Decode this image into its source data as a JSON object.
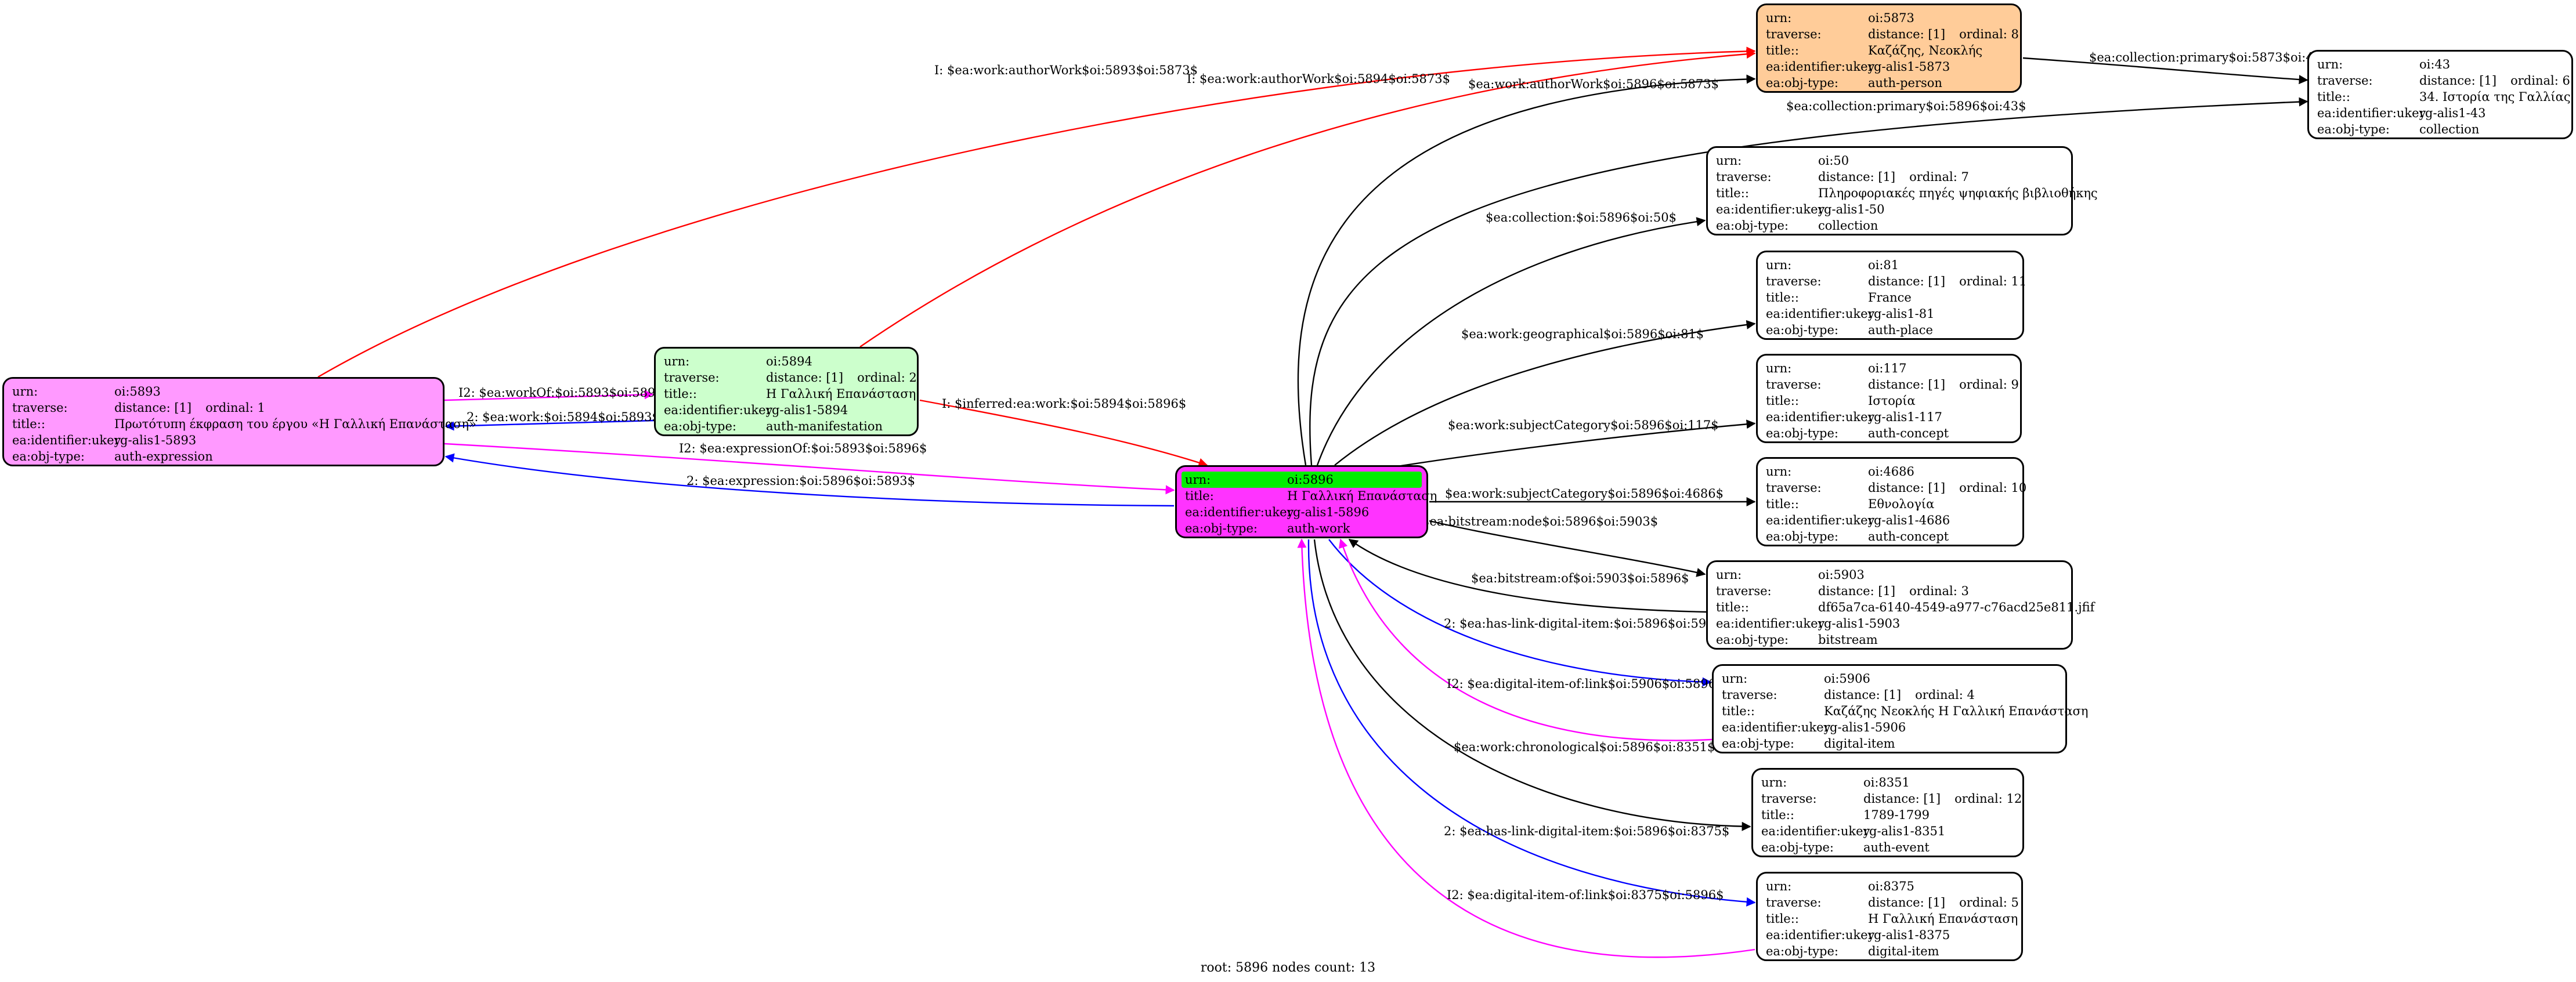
{
  "labels": {
    "urn": "urn:",
    "traverse": "traverse:",
    "title": "title::",
    "title_root": "title:",
    "ukey": "ea:identifier:ukey",
    "objtype": "ea:obj-type:"
  },
  "nodes": {
    "n5893": {
      "urn": "oi:5893",
      "distance": "distance: [1]",
      "ordinal": "ordinal: 1",
      "title": "Πρωτότυπη έκφραση του έργου «Η Γαλλική Επανάσταση»",
      "ukey": "rg-alis1-5893",
      "objtype": "auth-expression",
      "fill": "#ff99ff"
    },
    "n5894": {
      "urn": "oi:5894",
      "distance": "distance: [1]",
      "ordinal": "ordinal: 2",
      "title": "Η Γαλλική Επανάσταση",
      "ukey": "rg-alis1-5894",
      "objtype": "auth-manifestation",
      "fill": "#ccffcc"
    },
    "n5896": {
      "urn": "oi:5896",
      "title": "Η Γαλλική Επανάσταση",
      "ukey": "rg-alis1-5896",
      "objtype": "auth-work",
      "fill": "#ff33ff",
      "urn_fill": "#00ee00"
    },
    "n5873": {
      "urn": "oi:5873",
      "distance": "distance: [1]",
      "ordinal": "ordinal: 8",
      "title": "Καζάζης, Νεοκλής",
      "ukey": "rg-alis1-5873",
      "objtype": "auth-person",
      "fill": "#ffcc99"
    },
    "n43": {
      "urn": "oi:43",
      "distance": "distance: [1]",
      "ordinal": "ordinal: 6",
      "title": "34. Ιστορία της Γαλλίας",
      "ukey": "rg-alis1-43",
      "objtype": "collection"
    },
    "n50": {
      "urn": "oi:50",
      "distance": "distance: [1]",
      "ordinal": "ordinal: 7",
      "title": "Πληροφοριακές πηγές ψηφιακής βιβλιοθήκης",
      "ukey": "rg-alis1-50",
      "objtype": "collection"
    },
    "n81": {
      "urn": "oi:81",
      "distance": "distance: [1]",
      "ordinal": "ordinal: 11",
      "title": "France",
      "ukey": "rg-alis1-81",
      "objtype": "auth-place"
    },
    "n117": {
      "urn": "oi:117",
      "distance": "distance: [1]",
      "ordinal": "ordinal: 9",
      "title": "Ιστορία",
      "ukey": "rg-alis1-117",
      "objtype": "auth-concept"
    },
    "n4686": {
      "urn": "oi:4686",
      "distance": "distance: [1]",
      "ordinal": "ordinal: 10",
      "title": "Εθνολογία",
      "ukey": "rg-alis1-4686",
      "objtype": "auth-concept"
    },
    "n5903": {
      "urn": "oi:5903",
      "distance": "distance: [1]",
      "ordinal": "ordinal: 3",
      "title": "df65a7ca-6140-4549-a977-c76acd25e811.jfif",
      "ukey": "rg-alis1-5903",
      "objtype": "bitstream"
    },
    "n5906": {
      "urn": "oi:5906",
      "distance": "distance: [1]",
      "ordinal": "ordinal: 4",
      "title": "Καζάζης Νεοκλής Η Γαλλική Επανάσταση",
      "ukey": "rg-alis1-5906",
      "objtype": "digital-item"
    },
    "n8351": {
      "urn": "oi:8351",
      "distance": "distance: [1]",
      "ordinal": "ordinal: 12",
      "title": "1789-1799",
      "ukey": "rg-alis1-8351",
      "objtype": "auth-event"
    },
    "n8375": {
      "urn": "oi:8375",
      "distance": "distance: [1]",
      "ordinal": "ordinal: 5",
      "title": "Η Γαλλική Επανάσταση",
      "ukey": "rg-alis1-8375",
      "objtype": "digital-item"
    }
  },
  "edges": [
    {
      "from": "n5893",
      "to": "n5873",
      "label": "I: $ea:work:authorWork$oi:5893$oi:5873$",
      "color": "#ff0000"
    },
    {
      "from": "n5894",
      "to": "n5873",
      "label": "I: $ea:work:authorWork$oi:5894$oi:5873$",
      "color": "#ff0000"
    },
    {
      "from": "n5896",
      "to": "n5873",
      "label": "$ea:work:authorWork$oi:5896$oi:5873$",
      "color": "#000000"
    },
    {
      "from": "n5873",
      "to": "n43",
      "label": "$ea:collection:primary$oi:5873$oi:43$",
      "color": "#000000"
    },
    {
      "from": "n5896",
      "to": "n43",
      "label": "$ea:collection:primary$oi:5896$oi:43$",
      "color": "#000000"
    },
    {
      "from": "n5896",
      "to": "n50",
      "label": "$ea:collection:$oi:5896$oi:50$",
      "color": "#000000"
    },
    {
      "from": "n5896",
      "to": "n81",
      "label": "$ea:work:geographical$oi:5896$oi:81$",
      "color": "#000000"
    },
    {
      "from": "n5896",
      "to": "n117",
      "label": "$ea:work:subjectCategory$oi:5896$oi:117$",
      "color": "#000000"
    },
    {
      "from": "n5896",
      "to": "n4686",
      "label": "$ea:work:subjectCategory$oi:5896$oi:4686$",
      "color": "#000000"
    },
    {
      "from": "n5896",
      "to": "n5903",
      "label": "$ea:bitstream:node$oi:5896$oi:5903$",
      "color": "#000000"
    },
    {
      "from": "n5903",
      "to": "n5896",
      "label": "$ea:bitstream:of$oi:5903$oi:5896$",
      "color": "#000000"
    },
    {
      "from": "n5896",
      "to": "n5906",
      "label": "2: $ea:has-link-digital-item:$oi:5896$oi:5906$",
      "color": "#0000ff"
    },
    {
      "from": "n5906",
      "to": "n5896",
      "label": "I2: $ea:digital-item-of:link$oi:5906$oi:5896$",
      "color": "#ff00ff"
    },
    {
      "from": "n5896",
      "to": "n8351",
      "label": "$ea:work:chronological$oi:5896$oi:8351$",
      "color": "#000000"
    },
    {
      "from": "n5896",
      "to": "n8375",
      "label": "2: $ea:has-link-digital-item:$oi:5896$oi:8375$",
      "color": "#0000ff"
    },
    {
      "from": "n8375",
      "to": "n5896",
      "label": "I2: $ea:digital-item-of:link$oi:8375$oi:5896$",
      "color": "#ff00ff"
    },
    {
      "from": "n5893",
      "to": "n5894",
      "label": "I2: $ea:workOf:$oi:5893$oi:5894$",
      "color": "#ff00ff"
    },
    {
      "from": "n5894",
      "to": "n5893",
      "label": "2: $ea:work:$oi:5894$oi:5893$",
      "color": "#0000ff"
    },
    {
      "from": "n5894",
      "to": "n5896",
      "label": "I: $inferred:ea:work:$oi:5894$oi:5896$",
      "color": "#ff0000"
    },
    {
      "from": "n5893",
      "to": "n5896",
      "label": "I2: $ea:expressionOf:$oi:5893$oi:5896$",
      "color": "#ff00ff"
    },
    {
      "from": "n5896",
      "to": "n5893",
      "label": "2: $ea:expression:$oi:5896$oi:5893$",
      "color": "#0000ff"
    }
  ],
  "footer": "root: 5896 nodes count: 13"
}
